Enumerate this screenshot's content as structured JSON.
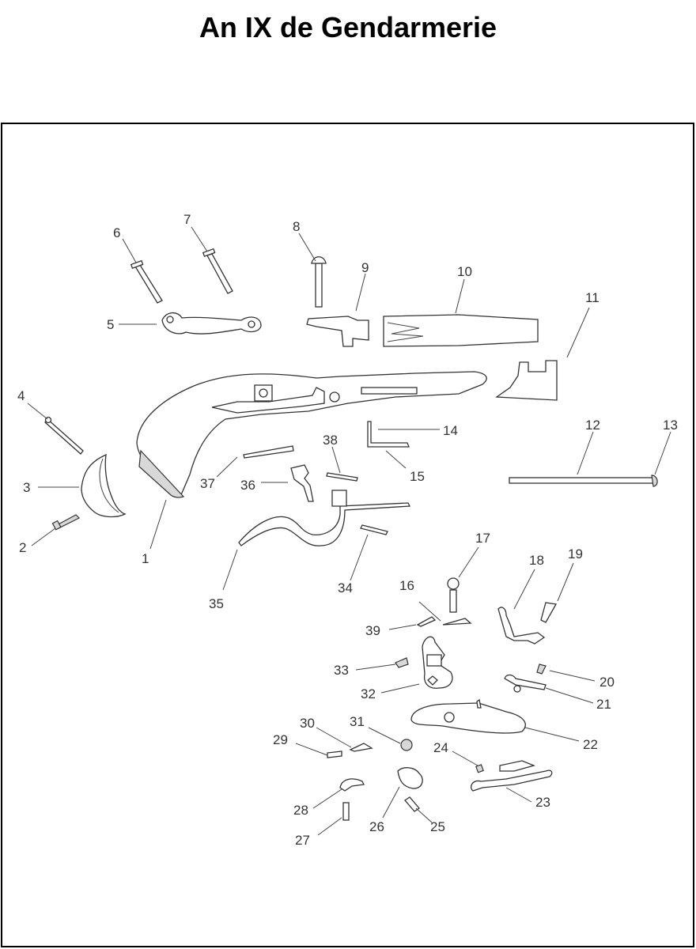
{
  "title": "An IX de Gendarmerie",
  "callouts": [
    {
      "id": "1",
      "label": "1"
    },
    {
      "id": "2",
      "label": "2"
    },
    {
      "id": "3",
      "label": "3"
    },
    {
      "id": "4",
      "label": "4"
    },
    {
      "id": "5",
      "label": "5"
    },
    {
      "id": "6",
      "label": "6"
    },
    {
      "id": "7",
      "label": "7"
    },
    {
      "id": "8",
      "label": "8"
    },
    {
      "id": "9",
      "label": "9"
    },
    {
      "id": "10",
      "label": "10"
    },
    {
      "id": "11",
      "label": "11"
    },
    {
      "id": "12",
      "label": "12"
    },
    {
      "id": "13",
      "label": "13"
    },
    {
      "id": "14",
      "label": "14"
    },
    {
      "id": "15",
      "label": "15"
    },
    {
      "id": "16",
      "label": "16"
    },
    {
      "id": "17",
      "label": "17"
    },
    {
      "id": "18",
      "label": "18"
    },
    {
      "id": "19",
      "label": "19"
    },
    {
      "id": "20",
      "label": "20"
    },
    {
      "id": "21",
      "label": "21"
    },
    {
      "id": "22",
      "label": "22"
    },
    {
      "id": "23",
      "label": "23"
    },
    {
      "id": "24",
      "label": "24"
    },
    {
      "id": "25",
      "label": "25"
    },
    {
      "id": "26",
      "label": "26"
    },
    {
      "id": "27",
      "label": "27"
    },
    {
      "id": "28",
      "label": "28"
    },
    {
      "id": "29",
      "label": "29"
    },
    {
      "id": "30",
      "label": "30"
    },
    {
      "id": "31",
      "label": "31"
    },
    {
      "id": "32",
      "label": "32"
    },
    {
      "id": "33",
      "label": "33"
    },
    {
      "id": "34",
      "label": "34"
    },
    {
      "id": "35",
      "label": "35"
    },
    {
      "id": "36",
      "label": "36"
    },
    {
      "id": "37",
      "label": "37"
    },
    {
      "id": "38",
      "label": "38"
    },
    {
      "id": "39",
      "label": "39"
    }
  ]
}
